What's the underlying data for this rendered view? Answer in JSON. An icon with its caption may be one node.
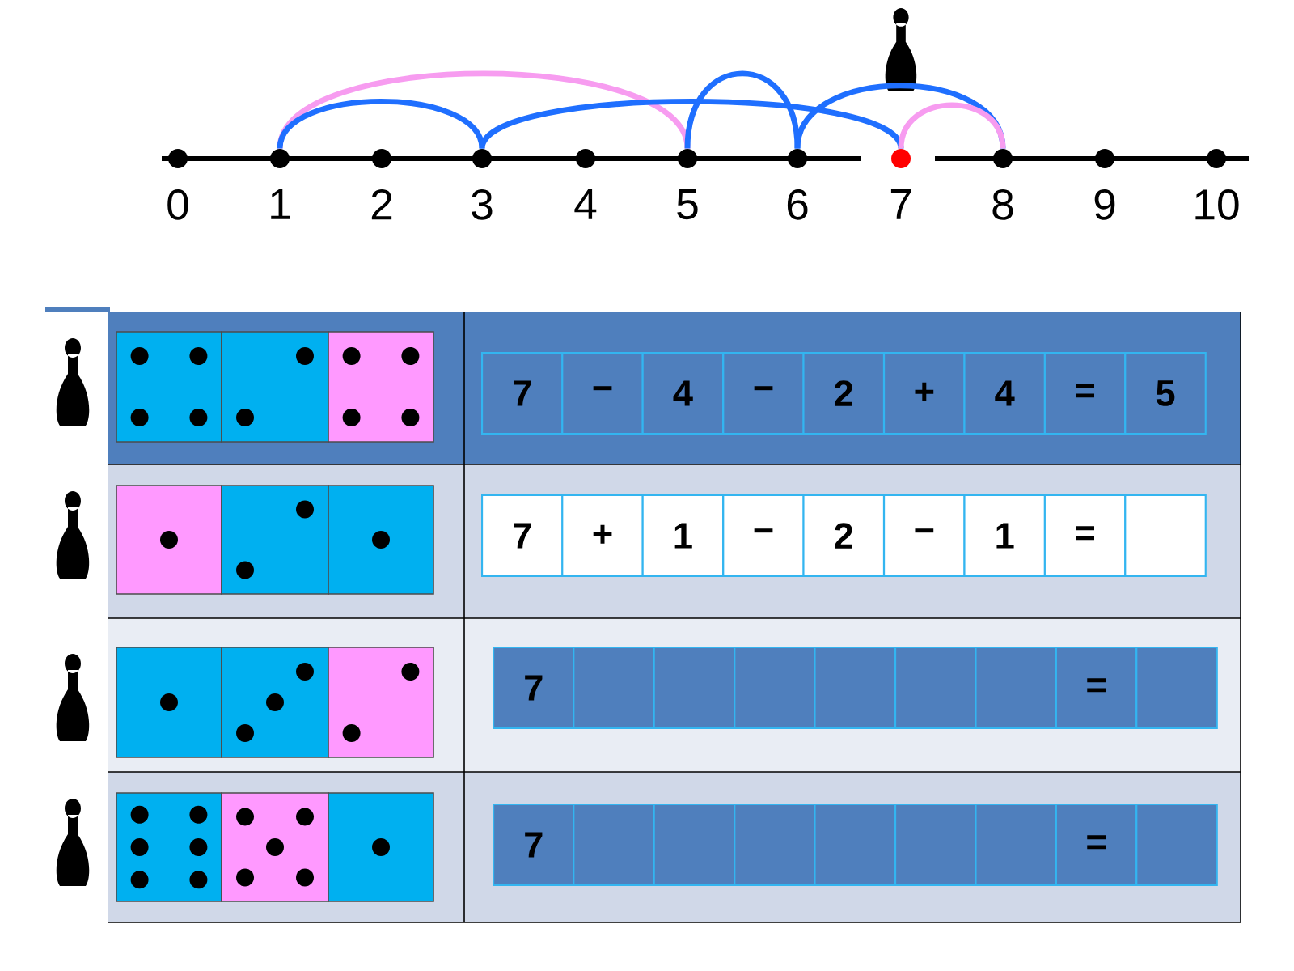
{
  "diagram": {
    "nodes": [
      {
        "text": [
          "0"
        ]
      },
      {
        "text": [
          "1"
        ]
      },
      {
        "text": [
          "2"
        ]
      },
      {
        "text": [
          "3"
        ]
      },
      {
        "text": [
          "4"
        ]
      },
      {
        "text": [
          "5"
        ]
      },
      {
        "text": [
          "6"
        ]
      },
      {
        "text": [
          "7"
        ]
      },
      {
        "text": [
          "8"
        ]
      },
      {
        "text": [
          "9"
        ]
      },
      {
        "text": [
          "10"
        ]
      }
    ],
    "edges": [
      {
        "from": 1,
        "to": 5,
        "arrow": "none",
        "color": "#f79cf0"
      },
      {
        "from": 1,
        "to": 3,
        "arrow": "none"
      },
      {
        "from": 3,
        "to": 7,
        "arrow": "none"
      },
      {
        "from": 5,
        "to": 6,
        "arrow": "none"
      },
      {
        "from": 6,
        "to": 8,
        "arrow": "none"
      },
      {
        "from": 7,
        "to": 8,
        "arrow": "none",
        "color": "#f79cf0"
      }
    ],
    "labels": [
      "7",
      "−",
      "4",
      "−",
      "2",
      "+",
      "4",
      "=",
      "5",
      "7",
      "+",
      "1",
      "−",
      "2",
      "−",
      "1",
      "=",
      "7",
      "=",
      "7",
      "="
    ]
  }
}
